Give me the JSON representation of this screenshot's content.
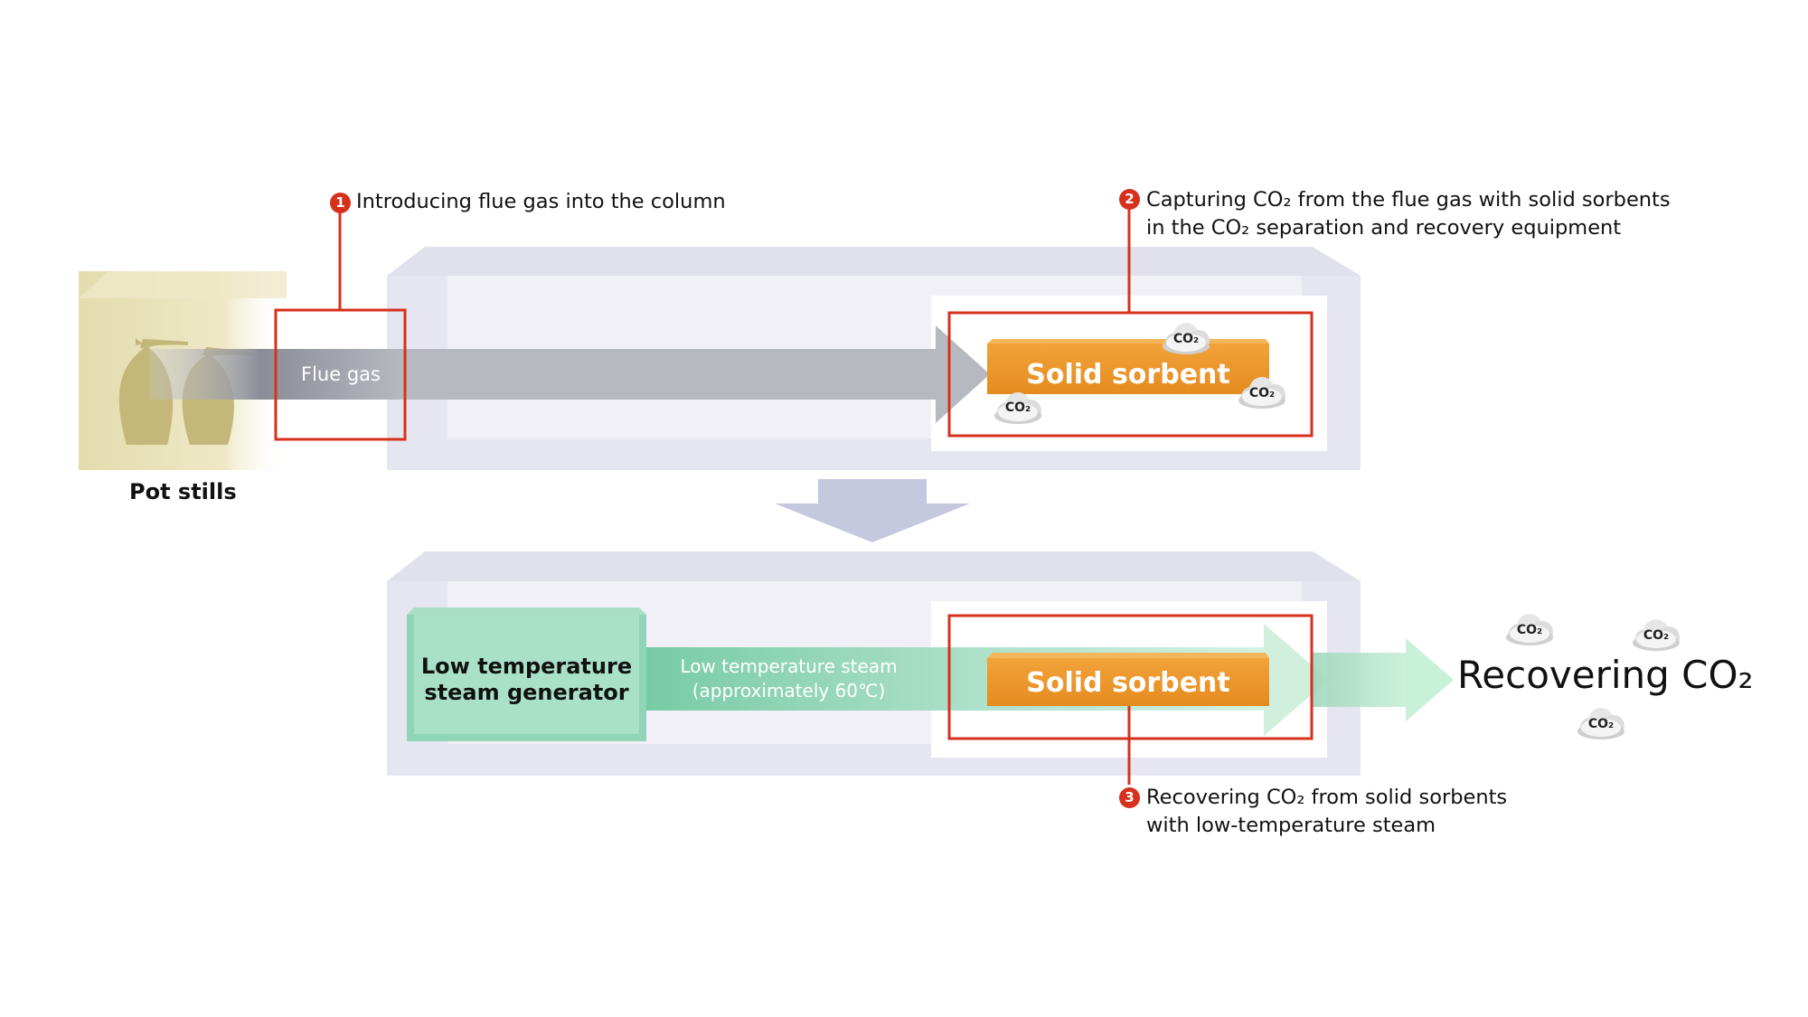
{
  "steps": [
    {
      "number": "1",
      "text": "Introducing flue gas into the column"
    },
    {
      "number": "2",
      "text_line1": "Capturing CO₂ from the flue gas with solid sorbents",
      "text_line2": "in the CO₂ separation and recovery equipment"
    },
    {
      "number": "3",
      "text_line1": "Recovering CO₂ from solid sorbents",
      "text_line2": "with low-temperature steam"
    }
  ],
  "labels": {
    "pot_stills": "Pot stills",
    "flue_gas": "Flue gas",
    "solid_sorbent_top": "Solid sorbent",
    "solid_sorbent_bottom": "Solid sorbent",
    "steam_generator_line1": "Low temperature",
    "steam_generator_line2": "steam generator",
    "steam_line1": "Low temperature steam",
    "steam_line2": "(approximately 60℃)",
    "recovering": "Recovering CO₂",
    "co2": "CO₂"
  },
  "colors": {
    "highlight_red": "#d7301c",
    "sorbent_orange": "#e8962a",
    "steam_green": "#7fcfad",
    "flue_gas_gray": "#b8bac4",
    "column_lavender": "#e6e6f0"
  },
  "icons": [
    "pot-still-icon",
    "co2-cloud-icon"
  ]
}
